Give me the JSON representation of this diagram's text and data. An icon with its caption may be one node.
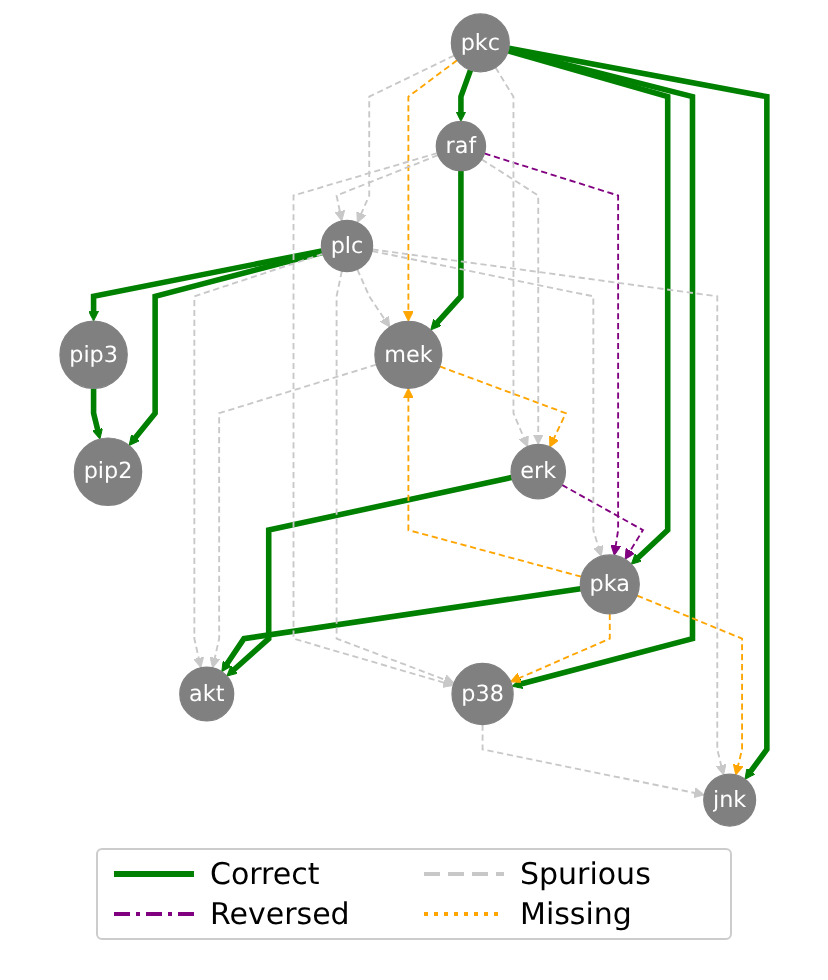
{
  "diagram": {
    "nodes": [
      {
        "text": [
          "pip2"
        ]
      },
      {
        "text": [
          "plc"
        ]
      },
      {
        "text": [
          "pip3"
        ]
      },
      {
        "text": [
          "mek"
        ]
      },
      {
        "text": [
          "erk"
        ]
      },
      {
        "text": [
          "raf"
        ]
      },
      {
        "text": [
          "akt"
        ]
      },
      {
        "text": [
          "jnk"
        ]
      },
      {
        "text": [
          "pka"
        ]
      },
      {
        "text": [
          "p38"
        ]
      },
      {
        "text": [
          "pkc"
        ]
      }
    ],
    "edges": [
      {
        "from": 1,
        "to": 0,
        "arrow": "to",
        "style": "thick",
        "color": "#008000"
      },
      {
        "from": 1,
        "to": 2,
        "arrow": "to",
        "style": "thick",
        "color": "#008000"
      },
      {
        "from": 2,
        "to": 0,
        "arrow": "to",
        "style": "thick",
        "color": "#008000"
      },
      {
        "from": 5,
        "to": 3,
        "arrow": "to",
        "style": "thick",
        "color": "#008000"
      },
      {
        "from": 4,
        "to": 6,
        "arrow": "to",
        "style": "thick",
        "color": "#008000"
      },
      {
        "from": 8,
        "to": 6,
        "arrow": "to",
        "style": "thick",
        "color": "#008000"
      },
      {
        "from": 10,
        "to": 8,
        "arrow": "to",
        "style": "thick",
        "color": "#008000"
      },
      {
        "from": 10,
        "to": 5,
        "arrow": "to",
        "style": "thick",
        "color": "#008000"
      },
      {
        "from": 10,
        "to": 7,
        "arrow": "to",
        "style": "thick",
        "color": "#008000"
      },
      {
        "from": 10,
        "to": 9,
        "arrow": "to",
        "style": "thick",
        "color": "#008000"
      },
      {
        "from": 4,
        "to": 8,
        "arrow": "to",
        "style": "dashed",
        "color": "#800080"
      },
      {
        "from": 5,
        "to": 8,
        "arrow": "to",
        "style": "dashed",
        "color": "#800080"
      },
      {
        "from": 3,
        "to": 4,
        "arrow": "to",
        "style": "dashed",
        "color": "#ffa500"
      },
      {
        "from": 8,
        "to": 3,
        "arrow": "to",
        "style": "dashed",
        "color": "#ffa500"
      },
      {
        "from": 10,
        "to": 3,
        "arrow": "to",
        "style": "dashed",
        "color": "#ffa500"
      },
      {
        "from": 8,
        "to": 7,
        "arrow": "to",
        "style": "dashed",
        "color": "#ffa500"
      },
      {
        "from": 8,
        "to": 9,
        "arrow": "to",
        "style": "dashed",
        "color": "#ffa500"
      },
      {
        "from": 1,
        "to": 3,
        "arrow": "to",
        "style": "dashed"
      },
      {
        "from": 5,
        "to": 4,
        "arrow": "to",
        "style": "dashed"
      },
      {
        "from": 10,
        "to": 4,
        "arrow": "to",
        "style": "dashed"
      },
      {
        "from": 3,
        "to": 6,
        "arrow": "to",
        "style": "dashed"
      },
      {
        "from": 1,
        "to": 6,
        "arrow": "to",
        "style": "dashed"
      },
      {
        "from": 1,
        "to": 8,
        "arrow": "to",
        "style": "dashed"
      },
      {
        "from": 10,
        "to": 1,
        "arrow": "to",
        "style": "dashed"
      },
      {
        "from": 5,
        "to": 1,
        "arrow": "to",
        "style": "dashed"
      },
      {
        "from": 1,
        "to": 9,
        "arrow": "to",
        "style": "dashed"
      },
      {
        "from": 1,
        "to": 7,
        "arrow": "to",
        "style": "dashed"
      },
      {
        "from": 5,
        "to": 9,
        "arrow": "to",
        "style": "dashed"
      },
      {
        "from": 9,
        "to": 7,
        "arrow": "to",
        "style": "dashed"
      }
    ],
    "legend": [
      {
        "text": "Correct"
      },
      {
        "text": "Reversed"
      },
      {
        "text": "Spurious"
      },
      {
        "text": "Missing"
      }
    ]
  }
}
